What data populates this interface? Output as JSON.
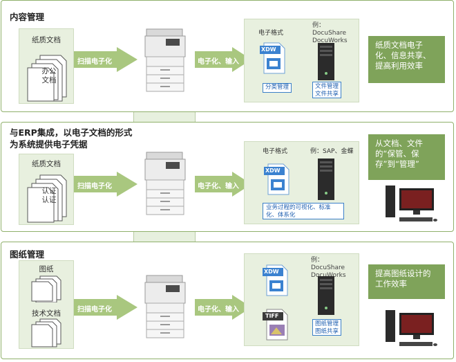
{
  "sections": [
    {
      "title": "内容管理",
      "paper_label": "纸质文档",
      "stack_text": [
        "办公",
        "文档"
      ],
      "scan_label": "扫描电子化",
      "digitize_label": "电子化、输入",
      "format_label": "电子格式",
      "xdw_label": "XDW",
      "example_label": "例：DocuShare DocuWorks",
      "tag_left": "分类管理",
      "tag_right": "文件管理 文件共享",
      "result": "纸质文档电子化、信息共享、提高利用效率"
    },
    {
      "title": "与ERP集成，以电子文档的形式为系统提供电子凭据",
      "paper_label": "纸质文档",
      "stack_text": [
        "认证",
        "认证"
      ],
      "scan_label": "扫描电子化",
      "digitize_label": "电子化、输入",
      "format_label": "电子格式",
      "xdw_label": "XDW",
      "example_label": "例：SAP、金蝶",
      "tag_wide": "业务过程的可视化、标准化、体系化",
      "result": "从文档、文件的“保管、保存”到“管理”"
    },
    {
      "title": "图纸管理",
      "paper_label_1": "图纸",
      "paper_label_2": "技术文档",
      "scan_label": "扫描电子化",
      "digitize_label": "电子化、输入",
      "xdw_label": "XDW",
      "tiff_label": "TIFF",
      "example_label": "例：DocuShare DocuWorks",
      "tag_right": "图纸管理 图纸共享",
      "result": "提高图纸设计的工作效率"
    }
  ],
  "colors": {
    "band_border": "#8fb06a",
    "arrow": "#a9c77f",
    "result_bg": "#7fa35a",
    "tag_border": "#3a7fc8"
  }
}
